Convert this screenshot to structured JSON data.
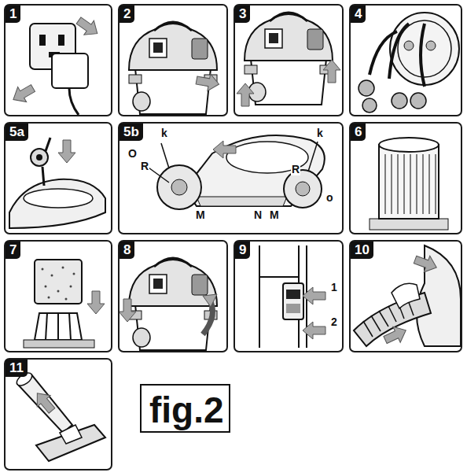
{
  "diagram": {
    "nodes": [
      {
        "text": [
          "1"
        ]
      },
      {
        "text": [
          "2"
        ]
      },
      {
        "text": [
          "3"
        ]
      },
      {
        "text": [
          "4"
        ]
      },
      {
        "text": [
          "5a"
        ]
      },
      {
        "text": [
          "5b"
        ]
      },
      {
        "text": [
          "6"
        ]
      },
      {
        "text": [
          "7"
        ]
      },
      {
        "text": [
          "8"
        ]
      },
      {
        "text": [
          "9"
        ]
      },
      {
        "text": [
          "10"
        ]
      },
      {
        "text": [
          "11"
        ]
      },
      {
        "text": [
          "fig.2"
        ]
      }
    ],
    "labels": [
      "k",
      "O",
      "R",
      "M",
      "N",
      "M",
      "k",
      "R",
      "o",
      "1",
      "2"
    ]
  }
}
